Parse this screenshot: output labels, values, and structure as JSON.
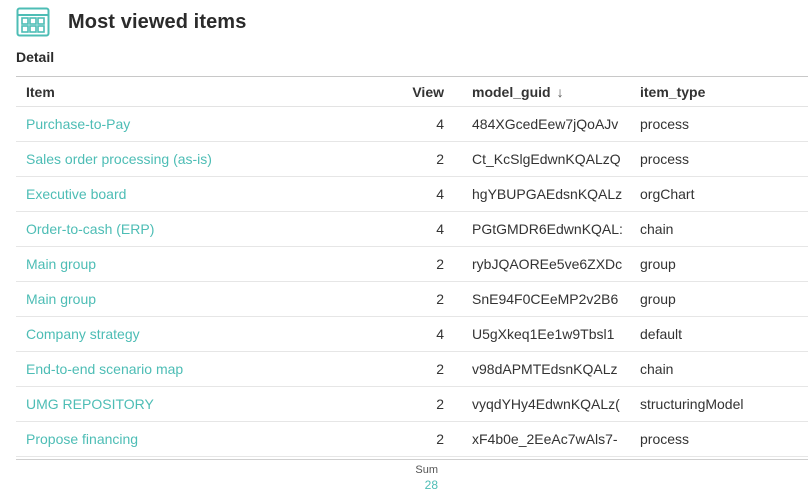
{
  "header": {
    "title": "Most viewed items",
    "icon": "table-grid-icon",
    "accent": "#4dbdb5"
  },
  "section": {
    "label": "Detail"
  },
  "table": {
    "columns": {
      "item": "Item",
      "view": "View",
      "model_guid": "model_guid",
      "sort_indicator": "↓",
      "item_type": "item_type"
    },
    "rows": [
      {
        "item": "Purchase-to-Pay",
        "view": "4",
        "model_guid": "484XGcedEew7jQoAJv",
        "item_type": "process"
      },
      {
        "item": "Sales order processing (as-is)",
        "view": "2",
        "model_guid": "Ct_KcSlgEdwnKQALzQ",
        "item_type": "process"
      },
      {
        "item": "Executive board",
        "view": "4",
        "model_guid": "hgYBUPGAEdsnKQALz",
        "item_type": "orgChart"
      },
      {
        "item": "Order-to-cash (ERP)",
        "view": "4",
        "model_guid": "PGtGMDR6EdwnKQAL:",
        "item_type": "chain"
      },
      {
        "item": "Main group",
        "view": "2",
        "model_guid": "rybJQAOREe5ve6ZXDc",
        "item_type": "group"
      },
      {
        "item": "Main group",
        "view": "2",
        "model_guid": "SnE94F0CEeMP2v2B6",
        "item_type": "group"
      },
      {
        "item": "Company strategy",
        "view": "4",
        "model_guid": "U5gXkeq1Ee1w9Tbsl1",
        "item_type": "default"
      },
      {
        "item": "End-to-end scenario map",
        "view": "2",
        "model_guid": "v98dAPMTEdsnKQALz",
        "item_type": "chain"
      },
      {
        "item": "UMG REPOSITORY",
        "view": "2",
        "model_guid": "vyqdYHy4EdwnKQALz(",
        "item_type": "structuringModel"
      },
      {
        "item": "Propose financing",
        "view": "2",
        "model_guid": "xF4b0e_2EeAc7wAls7-",
        "item_type": "process"
      }
    ]
  },
  "footer": {
    "sum_label": "Sum",
    "sum_value": "28"
  }
}
